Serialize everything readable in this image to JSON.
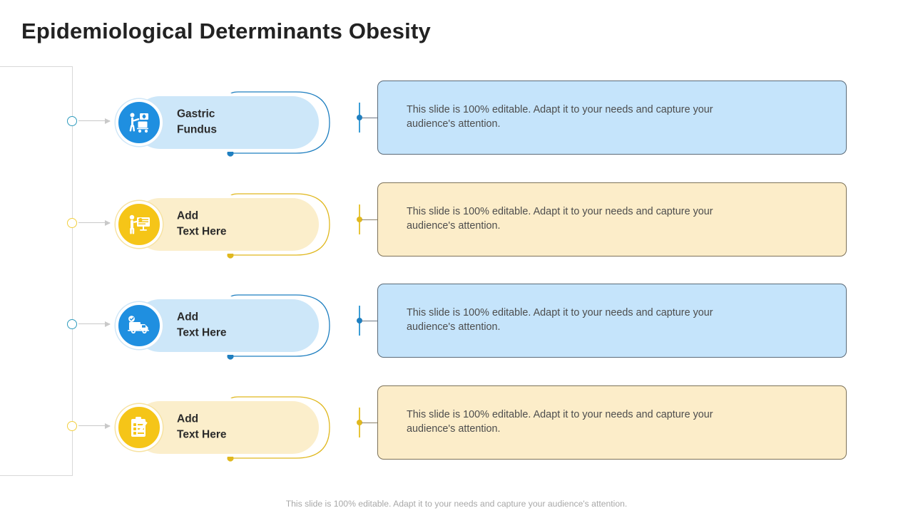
{
  "slide": {
    "title": "Epidemiological Determinants Obesity",
    "footer_note": "This slide is 100% editable. Adapt it to your needs and capture your audience's attention."
  },
  "colors": {
    "blue_accent": "#1f8fe0",
    "blue_fill": "#cde7f9",
    "blue_card_fill": "#c5e4fb",
    "yellow_accent": "#f5c518",
    "yellow_fill": "#fbeecb",
    "yellow_card_fill": "#fcedc9",
    "title_text": "#222222",
    "body_text": "#4d4d4d",
    "footer_text": "#a8a8a8",
    "spine_line": "#d8d8d8"
  },
  "rows": [
    {
      "label": "Gastric\nFundus",
      "icon": "person-shopping-cart-price-tag-icon",
      "theme": "blue",
      "node_icon": "timeline-node-circle-icon",
      "arrow_icon": "arrow-right-icon",
      "body": "This slide is 100% editable. Adapt it to your needs and capture your audience's attention."
    },
    {
      "label": "Add\nText Here",
      "icon": "person-presentation-board-icon",
      "theme": "yellow",
      "node_icon": "timeline-node-circle-icon",
      "arrow_icon": "arrow-right-icon",
      "body": "This slide is 100% editable. Adapt it to your needs and capture your audience's attention."
    },
    {
      "label": "Add\nText Here",
      "icon": "delivery-truck-check-icon",
      "theme": "blue",
      "node_icon": "timeline-node-circle-icon",
      "arrow_icon": "arrow-right-icon",
      "body": "This slide is 100% editable. Adapt it to your needs and capture your audience's attention."
    },
    {
      "label": "Add\nText Here",
      "icon": "clipboard-checklist-pen-icon",
      "theme": "yellow",
      "node_icon": "timeline-node-circle-icon",
      "arrow_icon": "arrow-right-icon",
      "body": "This slide is 100% editable. Adapt it to your needs and capture your audience's attention."
    }
  ]
}
